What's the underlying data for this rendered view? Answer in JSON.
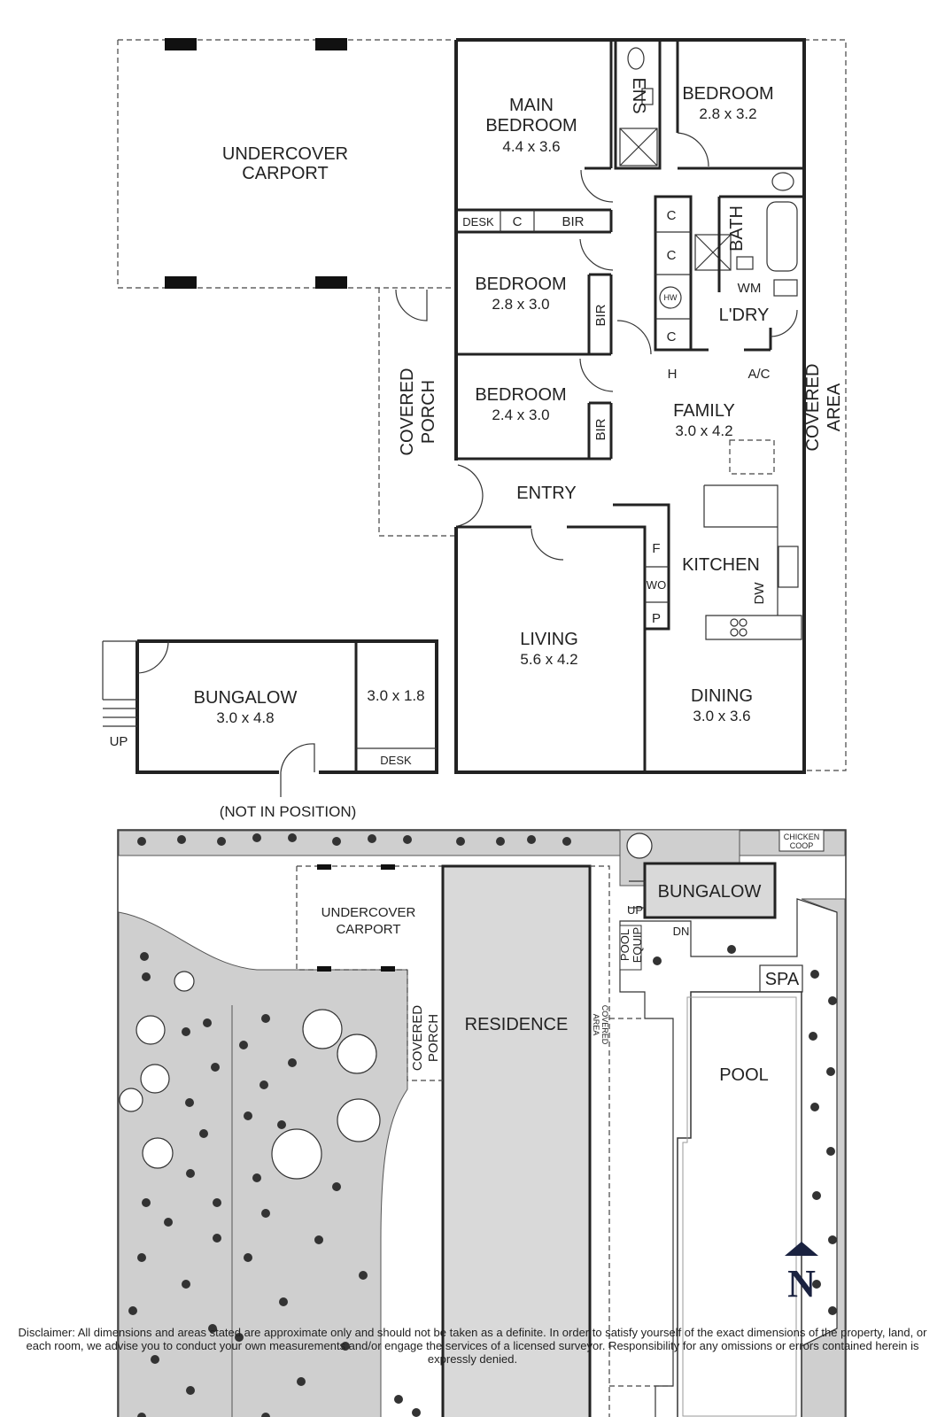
{
  "floor_plan": {
    "carport": {
      "line1": "UNDERCOVER",
      "line2": "CARPORT"
    },
    "main_bedroom": {
      "line1": "MAIN",
      "line2": "BEDROOM",
      "size": "4.4 x 3.6"
    },
    "ensuite": "ENS",
    "bedroom_ne": {
      "name": "BEDROOM",
      "size": "2.8 x 3.2"
    },
    "desk": "DESK",
    "c": "C",
    "bir": "BIR",
    "bath": "BATH",
    "wm": "WM",
    "hw": "HW",
    "laundry": "L'DRY",
    "bedroom_2": {
      "name": "BEDROOM",
      "size": "2.8 x 3.0"
    },
    "bedroom_3": {
      "name": "BEDROOM",
      "size": "2.4 x 3.0"
    },
    "h": "H",
    "ac": "A/C",
    "family": {
      "name": "FAMILY",
      "size": "3.0 x 4.2"
    },
    "covered_porch": {
      "line1": "COVERED",
      "line2": "PORCH"
    },
    "covered_area": {
      "line1": "COVERED",
      "line2": "AREA"
    },
    "entry": "ENTRY",
    "kitchen": "KITCHEN",
    "f": "F",
    "wo": "WO",
    "p": "P",
    "dw": "DW",
    "living": {
      "name": "LIVING",
      "size": "5.6 x 4.2"
    },
    "dining": {
      "name": "DINING",
      "size": "3.0 x 3.6"
    },
    "bungalow": {
      "name": "BUNGALOW",
      "size": "3.0 x 4.8",
      "study_size": "3.0 x 1.8",
      "desk": "DESK",
      "up": "UP"
    },
    "not_in_position": "(NOT IN POSITION)"
  },
  "site_plan": {
    "chicken_coop": {
      "line1": "CHICKEN",
      "line2": "COOP"
    },
    "carport": {
      "line1": "UNDERCOVER",
      "line2": "CARPORT"
    },
    "residence": "RESIDENCE",
    "covered_porch": {
      "line1": "COVERED",
      "line2": "PORCH"
    },
    "covered_area": {
      "line1": "COVERED",
      "line2": "AREA"
    },
    "bungalow": "BUNGALOW",
    "up": "UP",
    "dn": "DN",
    "pool_equip": {
      "line1": "POOL",
      "line2": "EQUIP"
    },
    "spa": "SPA",
    "pool": "POOL"
  },
  "compass": "N",
  "disclaimer": "Disclaimer: All dimensions and areas stated are approximate only and should not be taken as a definite. In order to satisfy yourself of the exact dimensions of the property, land, or each room, we advise you to conduct your own measurements and/or engage the services of a licensed surveyor. Responsibility for any omissions or errors contained herein is expressly denied.",
  "colors": {
    "walls": "#222222",
    "grass": "#cfcfcf",
    "paper": "#ffffff"
  }
}
